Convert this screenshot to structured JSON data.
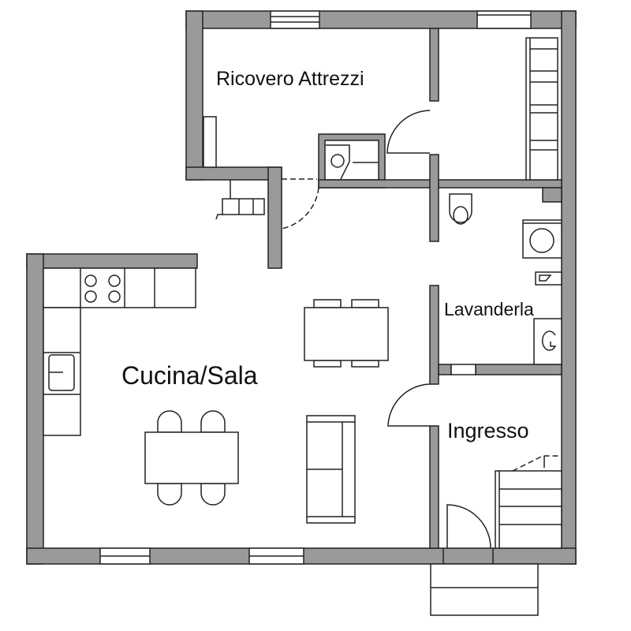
{
  "rooms": {
    "shed": "Ricovero Attrezzi",
    "kitchen_living": "Cucina/Sala",
    "laundry": "Lavanderla",
    "entrance": "Ingresso"
  },
  "colors": {
    "wall": "#9a9a9a",
    "line": "#222222",
    "background": "#ffffff"
  }
}
